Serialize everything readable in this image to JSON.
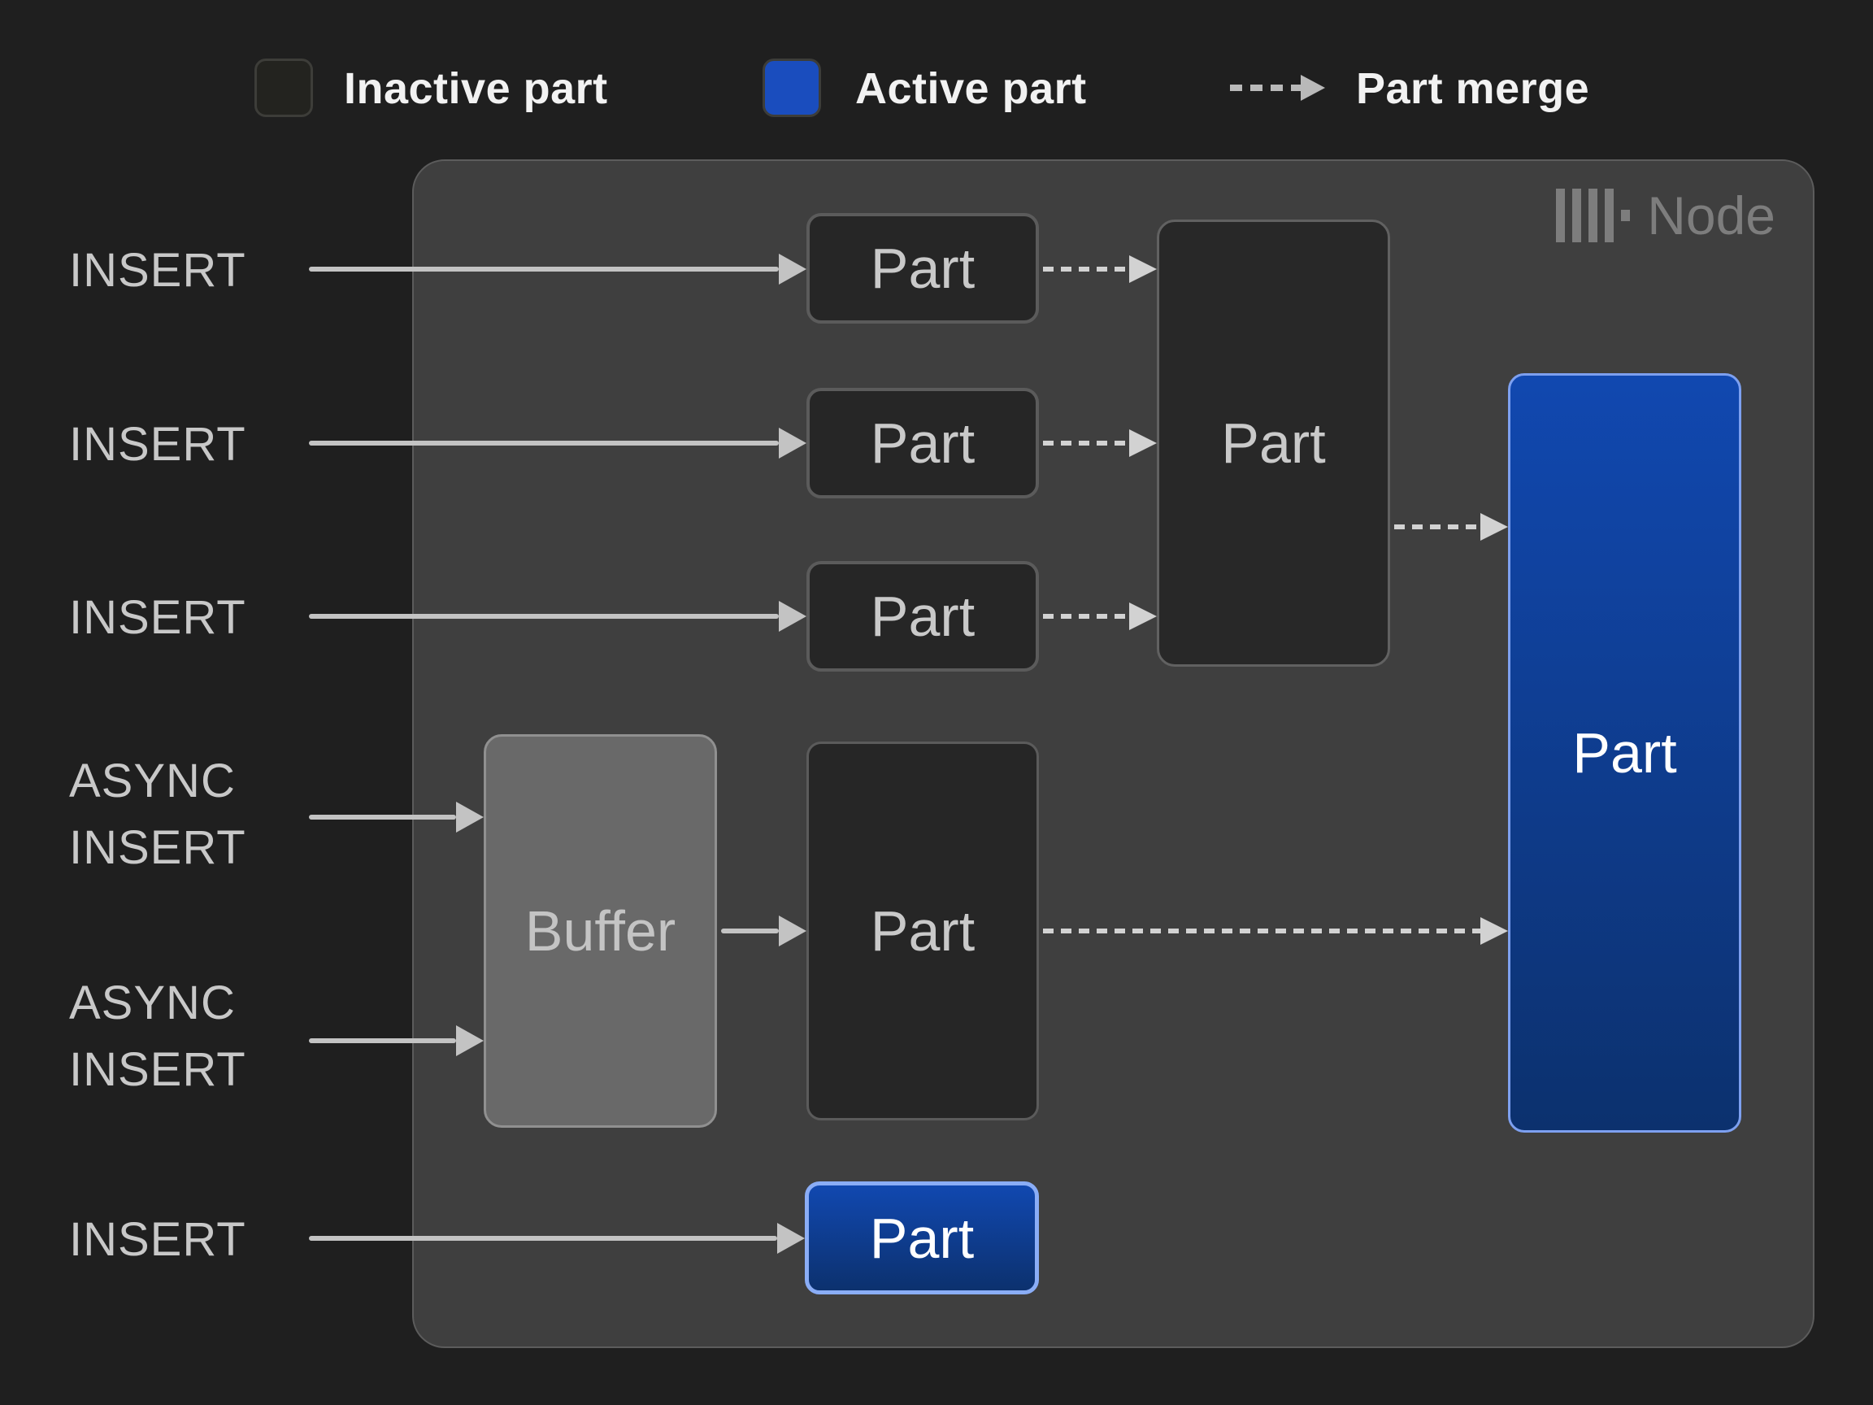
{
  "legend": {
    "inactive": {
      "label": "Inactive part",
      "swatch_color": "#23231f"
    },
    "active": {
      "label": "Active part",
      "swatch_color": "#1a4dbe"
    },
    "merge": {
      "label": "Part merge"
    }
  },
  "node": {
    "title": "Node",
    "icon": "clickhouse-bars-icon"
  },
  "inserts": {
    "insert1": "INSERT",
    "insert2": "INSERT",
    "insert3": "INSERT",
    "async1_line1": "ASYNC",
    "async1_line2": "INSERT",
    "async2_line1": "ASYNC",
    "async2_line2": "INSERT",
    "insert4": "INSERT"
  },
  "parts": {
    "top1": "Part",
    "top2": "Part",
    "top3": "Part",
    "merged": "Part",
    "buffer": "Buffer",
    "buffered": "Part",
    "active_large": "Part",
    "active_small": "Part"
  },
  "colors": {
    "background": "#1f1f1f",
    "node_bg": "#3f3f3f",
    "inactive_fill": "#262626",
    "buffer_fill": "#696969",
    "active_blue": "#1a4dbe",
    "blue_gradient_top": "#1148b0",
    "blue_gradient_bottom": "#0c316e",
    "blue_border": "#7da0f0"
  }
}
